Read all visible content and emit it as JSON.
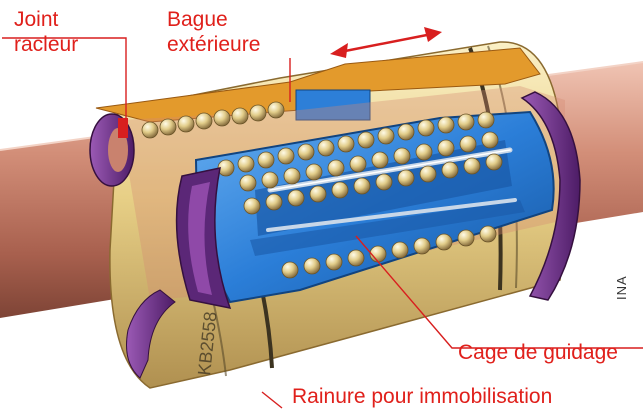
{
  "labels": {
    "joint_line1": "Joint",
    "joint_line2": "racleur",
    "bague_line1": "Bague",
    "bague_line2": "extérieure",
    "cage": "Cage de guidage",
    "rainure": "Rainure pour immobilisation"
  },
  "credit": "INA",
  "part_marking": "KB2558",
  "colors": {
    "label_text": "#e0201b",
    "leader_line": "#d81f1f",
    "motion_arrow": "#d81f1f",
    "shaft": "#c9826e",
    "outer_sleeve": "#e6cf8b",
    "cage": "#2d7fd8",
    "seal": "#6f2f8a",
    "balls": "#e3cf8a",
    "section_cut": "#e39a2c"
  }
}
